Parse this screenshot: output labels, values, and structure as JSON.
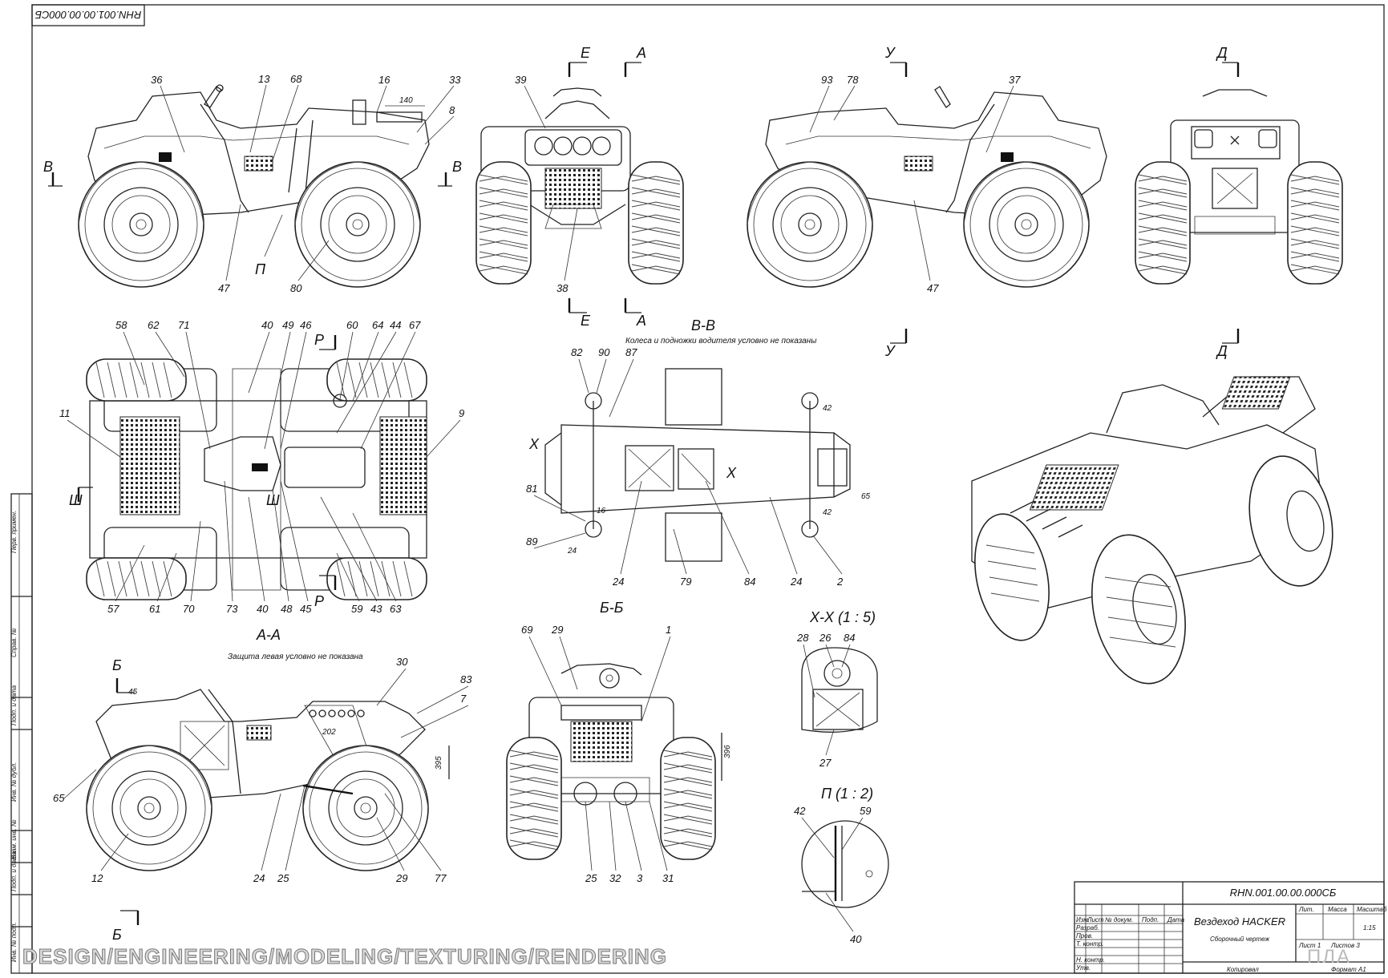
{
  "sheet": {
    "doc_code_mirrored": "RHN.001.00.00.000СБ",
    "section_notes": {
      "bb_note": "Колеса и подножки водителя условно не показаны",
      "aa_note": "Защита левая условно не показана"
    }
  },
  "sections": {
    "e": "Е",
    "a": "А",
    "u": "У",
    "d": "Д",
    "bb_view": "В-В",
    "b_view": "Б-Б",
    "aa_view": "А-А",
    "xx_view": "Х-Х (1 : 5)",
    "p_view": "П (1 : 2)",
    "v": "В",
    "p": "П",
    "r": "Р",
    "sh": "Ш",
    "b": "Б",
    "x": "Х"
  },
  "callouts": {
    "v1": [
      "36",
      "13",
      "68",
      "16",
      "33",
      "8",
      "47",
      "80"
    ],
    "v1_dim": "140",
    "v2": [
      "39",
      "38"
    ],
    "v3": [
      "93",
      "78",
      "37",
      "47"
    ],
    "v4_top": [
      "58",
      "62",
      "71",
      "40",
      "49",
      "46",
      "60",
      "64",
      "44",
      "67",
      "11",
      "9"
    ],
    "v4_bottom": [
      "57",
      "61",
      "70",
      "73",
      "40",
      "48",
      "45",
      "59",
      "43",
      "63"
    ],
    "v5": [
      "82",
      "90",
      "87",
      "81",
      "89",
      "24",
      "79",
      "84",
      "24",
      "2"
    ],
    "v5_dims": [
      "42",
      "42",
      "65",
      "16",
      "24"
    ],
    "v6": [
      "30",
      "83",
      "7",
      "65",
      "12",
      "24",
      "25",
      "29",
      "77"
    ],
    "v6_dims": [
      "45",
      "202",
      "395"
    ],
    "v7": [
      "69",
      "29",
      "1",
      "25",
      "32",
      "3",
      "31"
    ],
    "v7_dim": "396",
    "xx": [
      "28",
      "26",
      "84",
      "27"
    ],
    "pp": [
      "42",
      "59",
      "40"
    ]
  },
  "title_block": {
    "doc_code": "RHN.001.00.00.000СБ",
    "title": "Вездеход HACKER",
    "subtitle": "Сборочный чертеж",
    "col_izm": "Изм.",
    "col_list": "Лист",
    "col_doc": "№ докум.",
    "col_sign": "Подп.",
    "col_date": "Дата",
    "row_razrab": "Разраб.",
    "row_prov": "Пров.",
    "row_tkontr": "Т. контр.",
    "row_nkontr": "Н. контр.",
    "row_utv": "Утв.",
    "lit": "Лит.",
    "massa": "Масса",
    "masshtab": "Масштаб",
    "scale": "1:15",
    "sheet": "Лист 1",
    "sheets": "Листов 3",
    "copied": "Копировал",
    "format": "Формат А1"
  },
  "side_strip": [
    "Перв. примен.",
    "Справ. №",
    "Подп. и дата",
    "Инв. № дубл.",
    "Взам. инв. №",
    "Подп. и дата",
    "Инв. № подл."
  ],
  "watermark": "DESIGN/ENGINEERING/MODELING/TEXTURING/RENDERING",
  "logo": "ПЛА"
}
